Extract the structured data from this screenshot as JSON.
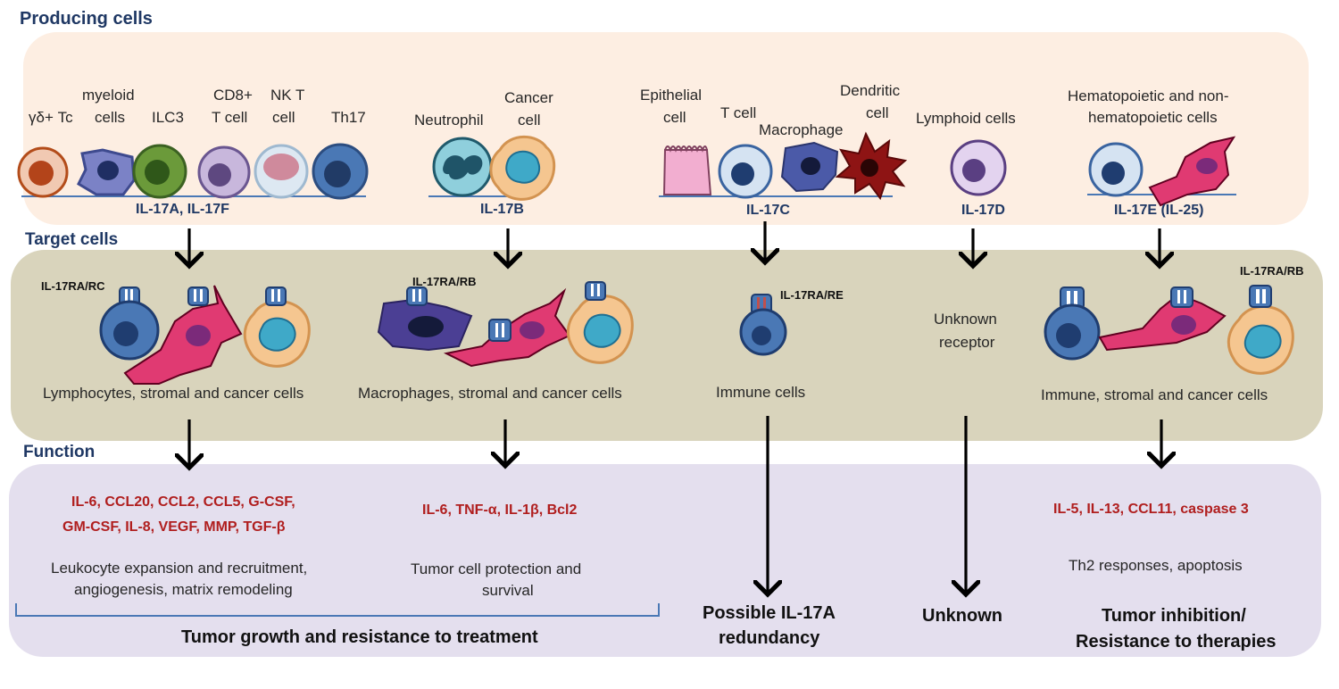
{
  "sections": {
    "producing": "Producing  cells",
    "target": "Target cells",
    "function": "Function"
  },
  "producers": {
    "gd_tc": "γδ+ Tc",
    "myeloid_1": "myeloid",
    "myeloid_2": "cells",
    "ilc3": "ILC3",
    "cd8_1": "CD8+",
    "cd8_2": "T cell",
    "nkt_1": "NK T",
    "nkt_2": "cell",
    "th17": "Th17",
    "neutrophil": "Neutrophil",
    "cancer_1": "Cancer",
    "cancer_2": "cell",
    "epithelial_1": "Epithelial",
    "epithelial_2": "cell",
    "tcell": "T cell",
    "macrophage": "Macrophage",
    "dendritic_1": "Dendritic",
    "dendritic_2": "cell",
    "lymphoid": "Lymphoid  cells",
    "hemato_1": "Hematopoietic and non-",
    "hemato_2": "hematopoietic cells"
  },
  "cytokines": {
    "a": "IL-17A, IL-17F",
    "b": "IL-17B",
    "c": "IL-17C",
    "d": "IL-17D",
    "e": "IL-17E (IL-25)"
  },
  "receptors": {
    "rarc": "IL-17RA/RC",
    "rarb1": "IL-17RA/RB",
    "rare": "IL-17RA/RE",
    "unknown_1": "Unknown",
    "unknown_2": "receptor",
    "rarb2": "IL-17RA/RB"
  },
  "targets": {
    "a": "Lymphocytes, stromal and cancer cells",
    "b": "Macrophages, stromal and cancer cells",
    "c": "Immune cells",
    "e": "Immune, stromal and cancer cells"
  },
  "mediators": {
    "a_1": "IL-6, CCL20, CCL2, CCL5, G-CSF,",
    "a_2": "GM-CSF, IL-8, VEGF, MMP,  TGF-β",
    "b": "IL-6, TNF-α, IL-1β, Bcl2",
    "e": "IL-5, IL-13, CCL11, caspase 3"
  },
  "functions": {
    "a_1": "Leukocyte expansion and  recruitment,",
    "a_2": "angiogenesis, matrix remodeling",
    "b_1": "Tumor cell protection and",
    "b_2": "survival",
    "e": "Th2 responses,  apoptosis"
  },
  "outcomes": {
    "ab": "Tumor growth and resistance to treatment",
    "c_1": "Possible IL-17A",
    "c_2": "redundancy",
    "d": "Unknown",
    "e_1": "Tumor inhibition/",
    "e_2": "Resistance to therapies"
  },
  "colors": {
    "producing_panel": "#fdeee2",
    "target_panel": "#d9d4bc",
    "function_panel": "#e4dfee",
    "section_title": "#1f3864",
    "mediator_red": "#b01e1e",
    "cell_blue": "#4a78b5",
    "stromal_pink": "#e03a72",
    "cancer_orange": "#f5c690",
    "arrow": "#000000"
  }
}
